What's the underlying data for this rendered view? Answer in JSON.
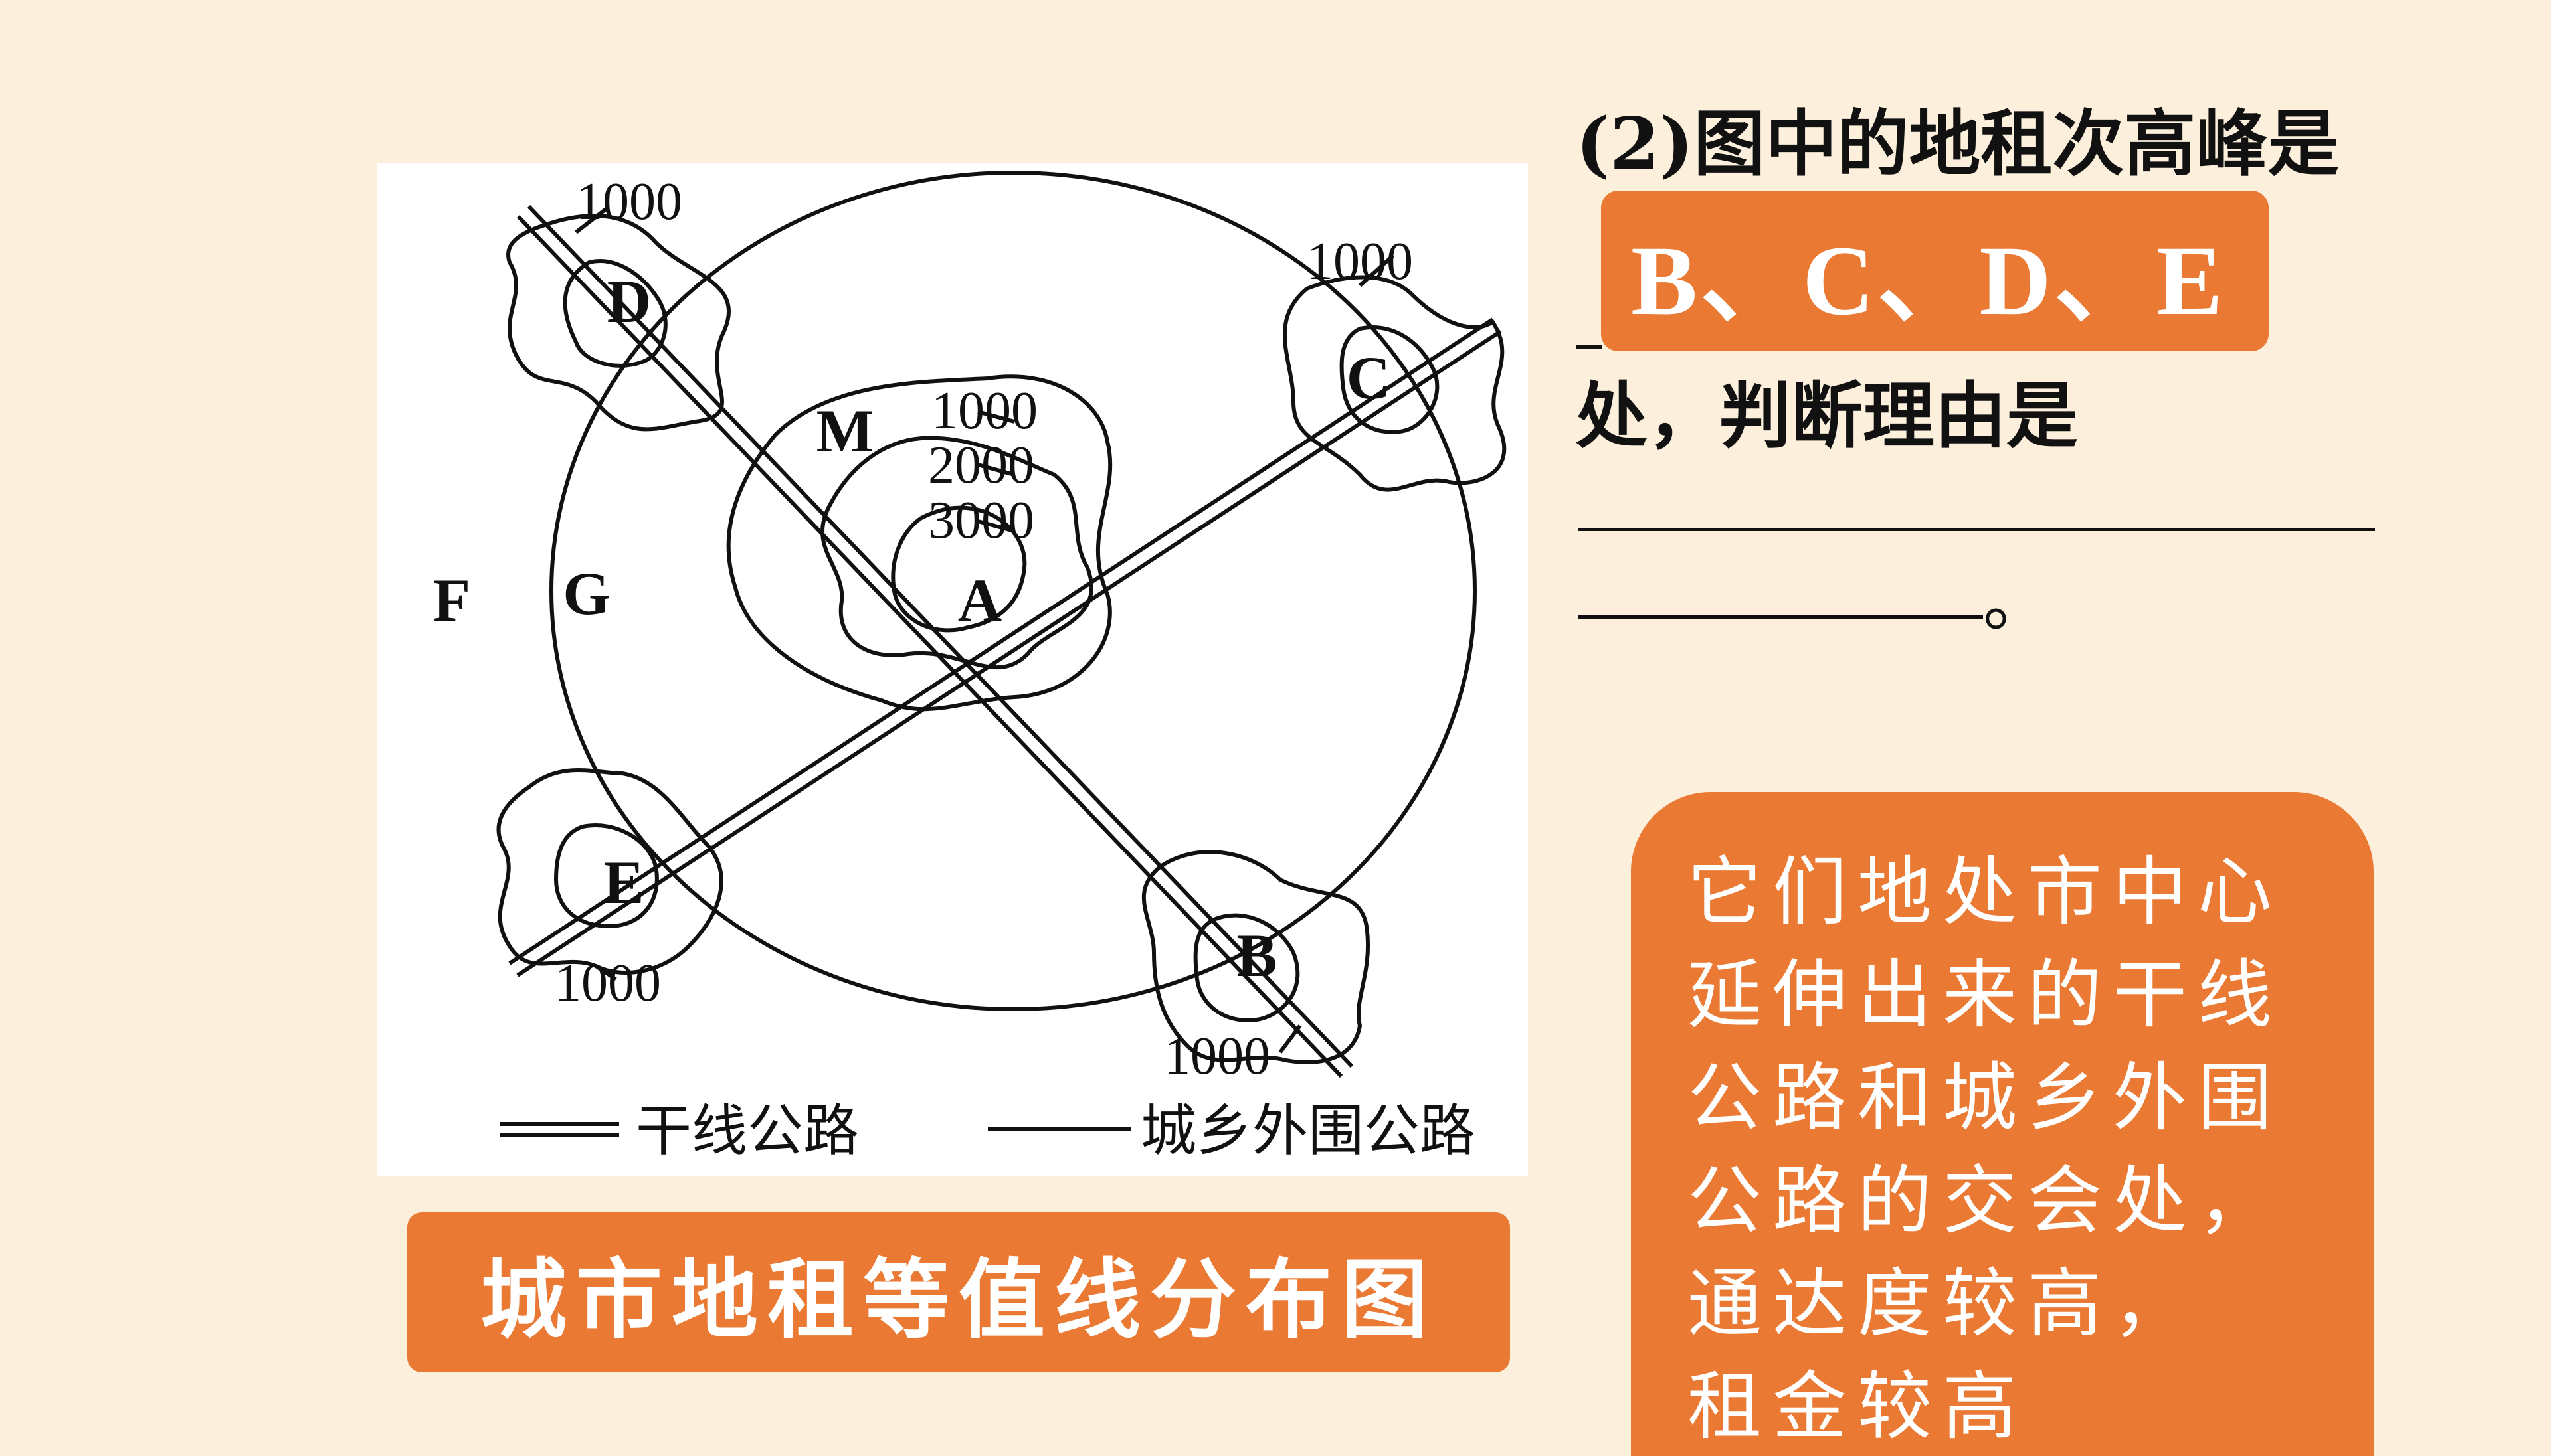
{
  "diagram": {
    "place_labels": {
      "D": "D",
      "C": "C",
      "B": "B",
      "E": "E",
      "A": "A",
      "M": "M",
      "F": "F",
      "G": "G"
    },
    "contour_labels": {
      "d_top": "1000",
      "c_top": "1000",
      "center_1000": "1000",
      "center_2000": "2000",
      "center_3000": "3000",
      "e_bottom": "1000",
      "b_bottom": "1000"
    },
    "legend": {
      "trunk_road": "干线公路",
      "ring_road": "城乡外围公路"
    }
  },
  "caption": "城市地租等值线分布图",
  "question": {
    "line1": "(2)图中的地租次高峰是",
    "line2": "处，判断理由是",
    "period": "。"
  },
  "answer1": "B、C、D、E",
  "answer2": {
    "lines": [
      "它们地处市中心",
      "延伸出来的干线",
      "公路和城乡外围",
      "公路的交会处，",
      "通达度较高，",
      "租金较高"
    ]
  }
}
